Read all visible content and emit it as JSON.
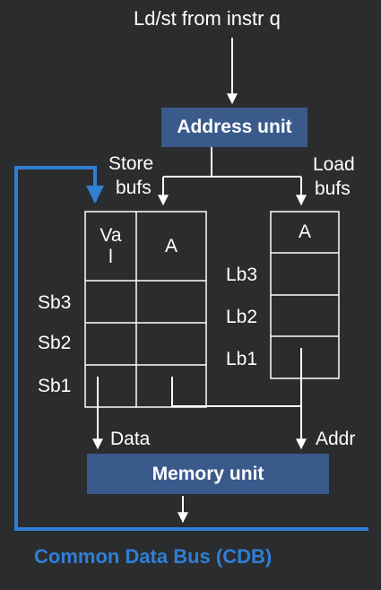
{
  "title": "Ld/st from instr q",
  "address_unit": "Address unit",
  "memory_unit": "Memory unit",
  "store_bufs_label": {
    "line1": "Store",
    "line2": "bufs"
  },
  "load_bufs_label": {
    "line1": "Load",
    "line2": "bufs"
  },
  "store_headers": {
    "val_line1": "Va",
    "val_line2": "l",
    "addr": "A"
  },
  "load_header": "A",
  "store_rows": [
    "Sb3",
    "Sb2",
    "Sb1"
  ],
  "load_rows": [
    "Lb3",
    "Lb2",
    "Lb1"
  ],
  "data_label": "Data",
  "addr_label": "Addr",
  "cdb_label": "Common Data Bus (CDB)",
  "colors": {
    "background": "#2b2c2e",
    "unit_box": "#3a5a8c",
    "cdb": "#2f7fd6",
    "lines": "#ffffff"
  }
}
